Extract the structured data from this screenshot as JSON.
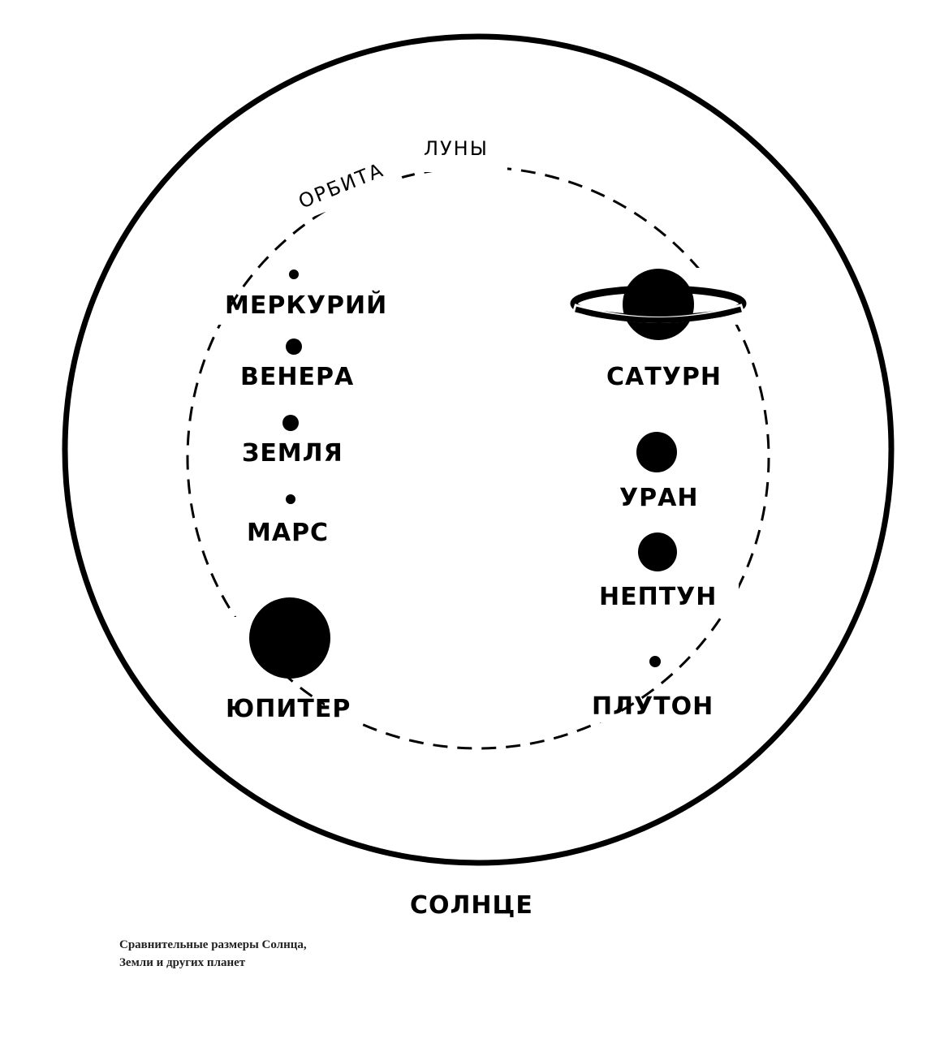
{
  "colors": {
    "ink": "#000000",
    "background": "#ffffff"
  },
  "sun": {
    "label": "СОЛНЦЕ"
  },
  "orbit": {
    "label_part1": "ОРБИТА",
    "label_part2": "ЛУНЫ"
  },
  "planets": {
    "mercury": "МЕРКУРИЙ",
    "venus": "ВЕНЕРА",
    "earth": "ЗЕМЛЯ",
    "mars": "МАРС",
    "jupiter": "ЮПИТЕР",
    "saturn": "САТУРН",
    "uranus": "УРАН",
    "neptune": "НЕПТУН",
    "pluto": "ПЛУТОН"
  },
  "caption": {
    "line1": "Сравнительные размеры Солнца,",
    "line2": "Земли и других планет"
  }
}
